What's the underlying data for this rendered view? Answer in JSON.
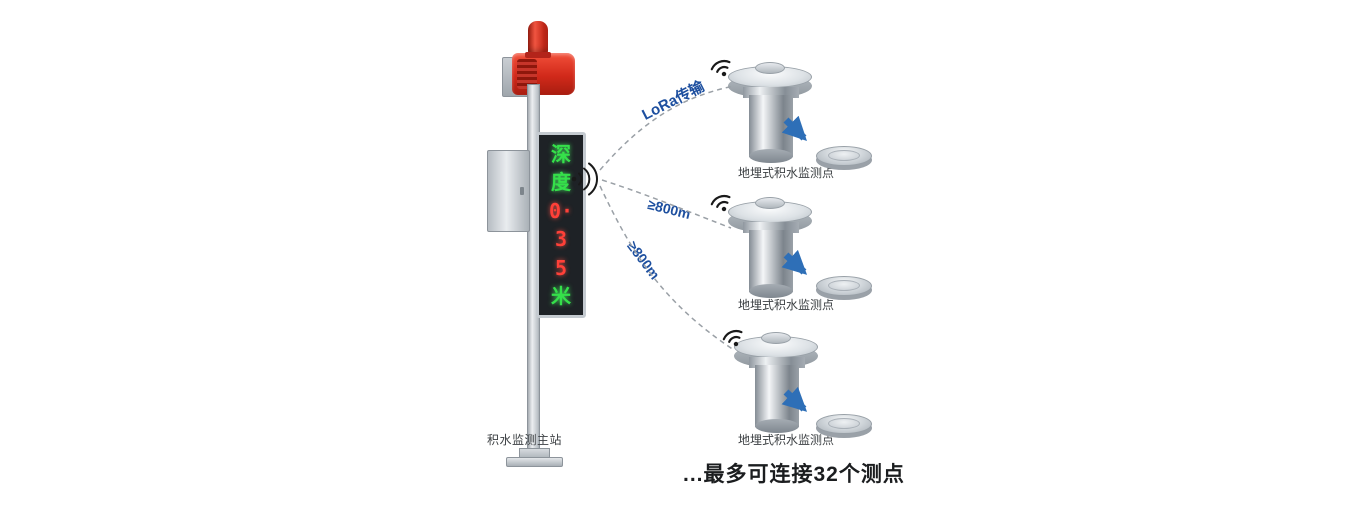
{
  "station": {
    "label": "积水监测主站",
    "display": {
      "chars": [
        {
          "text": "深",
          "color": "green"
        },
        {
          "text": "度",
          "color": "green"
        },
        {
          "text": "0·",
          "color": "red"
        },
        {
          "text": "3",
          "color": "red"
        },
        {
          "text": "5",
          "color": "red"
        },
        {
          "text": "米",
          "color": "green"
        }
      ]
    }
  },
  "links": [
    {
      "label": "LoRa传输"
    },
    {
      "label": "≥800m"
    },
    {
      "label": "≥800m"
    }
  ],
  "sensors": [
    {
      "label": "地埋式积水监测点"
    },
    {
      "label": "地埋式积水监测点"
    },
    {
      "label": "地埋式积水监测点"
    }
  ],
  "footer": {
    "text": "...最多可连接32个测点"
  },
  "icons": {
    "alarm_beacon": "alarm-beacon-icon",
    "alarm_horn": "alarm-horn-icon",
    "wireless_waves": "wireless-waves-icon",
    "wifi": "wifi-icon",
    "arrow": "blue-arrow-icon"
  },
  "colors": {
    "arrow_blue": "#2e6fb7",
    "link_label": "#1d4f9f",
    "led_green": "#35e04a",
    "led_red": "#ff4038",
    "alarm_red": "#d1291a",
    "dashed_line": "#9aa0a6"
  }
}
